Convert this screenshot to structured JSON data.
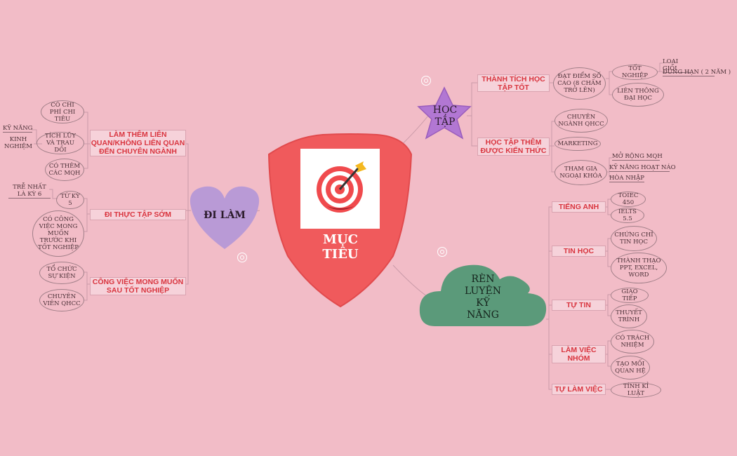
{
  "center": {
    "line1": "MỤC",
    "line2": "TIÊU"
  },
  "hubs": {
    "di_lam": "ĐI LÀM",
    "hoc_tap": {
      "line1": "HỌC",
      "line2": "TẬP"
    },
    "ren_luyen": {
      "line1": "RÈN",
      "line2": "LUYỆN",
      "line3": "KỸ",
      "line4": "NĂNG"
    }
  },
  "di_lam": {
    "b1": "LÀM THÊM LIÊN QUAN/KHÔNG LIÊN QUAN ĐẾN CHUYÊN NGÀNH",
    "b1_items": {
      "o1": "CÓ CHI PHÍ CHI TIÊU",
      "o2": "TÍCH LŨY VÀ TRAU DỒI",
      "o3": "CÓ THÊM CÁC MQH",
      "kn": "KỸ NĂNG",
      "kinh": "KINH NGHIỆM"
    },
    "b2": "ĐI THỰC TẬP SỚM",
    "b2_items": {
      "o1": "TỪ KỲ 5",
      "o2": "CÓ CÔNG VIỆC MONG MUỐN TRƯỚC KHI TỐT NGHIỆP",
      "tre": "TRỄ NHẤT LÀ KỲ 6"
    },
    "b3": "CÔNG VIỆC MONG MUỐN SAU TỐT NGHIỆP",
    "b3_items": {
      "o1": "TỔ CHỨC SỰ KIỆN",
      "o2": "CHUYÊN VIÊN QHCC"
    }
  },
  "hoc_tap": {
    "b1": "THÀNH TÍCH HỌC TẬP TỐT",
    "b1_items": {
      "o1": "ĐẠT ĐIỂM SỐ CAO (8 CHẤM TRỞ LÊN)",
      "o2": "TỐT NGHIỆP",
      "o3": "LIÊN THÔNG ĐẠI HỌC",
      "loai": "LOẠI GIỎI",
      "dung": "ĐÚNG HẠN ( 2 NĂM )"
    },
    "b2": "HỌC TẬP THÊM ĐƯỢC KIẾN THỨC",
    "b2_items": {
      "o1": "CHUYÊN NGÀNH QHCC",
      "o2": "MARKETING",
      "o3": "THAM GIA NGOẠI KHÓA",
      "u1": "MỞ RỘNG MQH",
      "u2": "KỸ NĂNG HOẠT NÁO",
      "u3": "HÒA NHẬP"
    }
  },
  "ren_luyen": {
    "b1": "TIẾNG ANH",
    "b1_items": {
      "o1": "TOIEC 450",
      "o2": "IELTS 5.5"
    },
    "b2": "TIN HỌC",
    "b2_items": {
      "o1": "CHỨNG CHỈ TIN HỌC",
      "o2": "THÀNH THẠO PPT, EXCEL, WORD"
    },
    "b3": "TỰ TIN",
    "b3_items": {
      "o1": "GIAO TIẾP",
      "o2": "THUYẾT TRÌNH"
    },
    "b4": "LÀM VIỆC NHÓM",
    "b4_items": {
      "o1": "CÓ TRÁCH NHIỆM",
      "o2": "TẠO MỐI QUAN HỆ"
    },
    "b5": "TỰ LÀM VIỆC",
    "b5_items": {
      "o1": "TÍNH KỈ LUẬT"
    }
  },
  "colors": {
    "background": "#f2bcc7",
    "shield": "#f05a5c",
    "heart": "#b99ad6",
    "star": "#b277d3",
    "cloud": "#5b9a7a",
    "branch_text": "#d9353f"
  }
}
